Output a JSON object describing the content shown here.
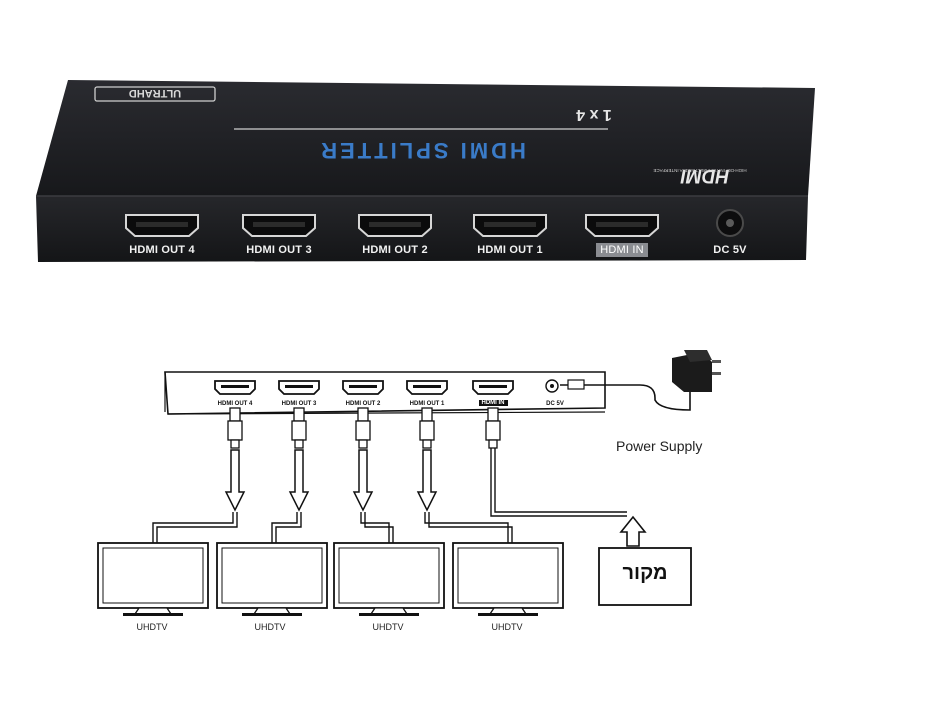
{
  "device": {
    "model_title": "HDMI SPLITTER",
    "model_subtitle": "1 x 4",
    "badge": "ULTRAHD",
    "brand": "HDMI",
    "brand_tagline": "HIGH-DEFINITION MULTIMEDIA INTERFACE",
    "body_color": "#1e1f23",
    "accent_color": "#3a7bc8"
  },
  "ports": [
    {
      "label": "HDMI OUT 4",
      "type": "hdmi"
    },
    {
      "label": "HDMI OUT 3",
      "type": "hdmi"
    },
    {
      "label": "HDMI OUT 2",
      "type": "hdmi"
    },
    {
      "label": "HDMI OUT 1",
      "type": "hdmi"
    },
    {
      "label": "HDMI IN",
      "type": "hdmi-in"
    },
    {
      "label": "DC 5V",
      "type": "dc"
    }
  ],
  "diagram": {
    "power_label": "Power Supply",
    "source_label": "מקור",
    "tvs": [
      {
        "label": "UHDTV"
      },
      {
        "label": "UHDTV"
      },
      {
        "label": "UHDTV"
      },
      {
        "label": "UHDTV"
      }
    ]
  }
}
